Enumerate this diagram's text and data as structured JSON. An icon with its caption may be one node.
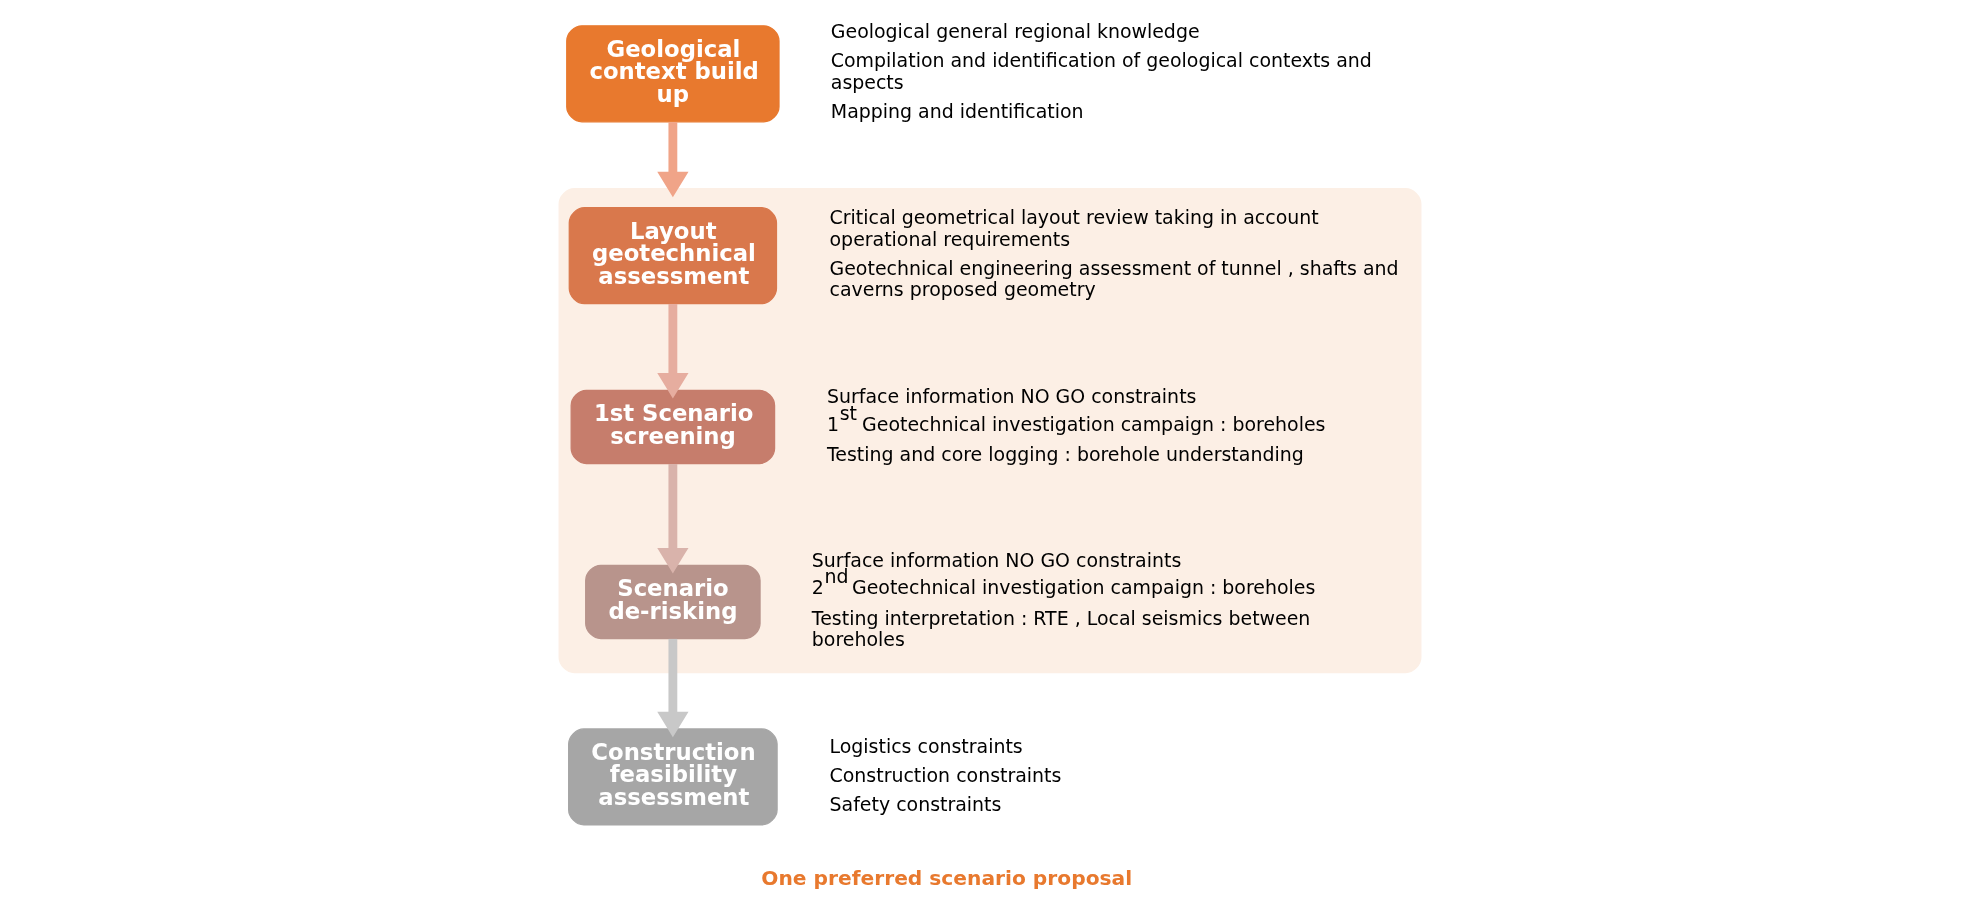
{
  "diagram": {
    "nodes": [
      {
        "text": [
          "Geological context build up"
        ],
        "beside": [
          "Geological general regional knowledge",
          "Compilation and identification of geological contexts and aspects",
          "Mapping and identification"
        ]
      },
      {
        "text": [],
        "shape": "box"
      },
      {
        "text": [
          "Layout geotechnical assessment"
        ],
        "in": 1,
        "beside": [
          "Critical geometrical layout review taking in account operational requirements",
          "Geotechnical engineering assessment of tunnel , shafts and caverns proposed geometry"
        ]
      },
      {
        "text": [
          "1st Scenario screening"
        ],
        "in": 1,
        "beside": [
          "Surface information NO GO constraints",
          "1$^{st}$ Geotechnical investigation campaign : boreholes",
          "Testing and core logging : borehole understanding"
        ]
      },
      {
        "text": [
          "Scenario de-risking"
        ],
        "in": 1,
        "beside": [
          "Surface information NO GO constraints",
          "2$^{nd}$ Geotechnical investigation campaign : boreholes",
          "Testing interpretation : RTE , Local seismics between boreholes"
        ]
      },
      {
        "text": [
          "Construction feasibility assessment"
        ],
        "beside": [
          "Logistics constraints",
          "Construction constraints",
          "Safety constraints"
        ]
      }
    ],
    "edges": [
      {
        "from": 0,
        "to": 1,
        "arrow": "to"
      },
      {
        "from": 2,
        "to": 3,
        "arrow": "to"
      },
      {
        "from": 3,
        "to": 4,
        "arrow": "to"
      },
      {
        "from": 4,
        "to": 5,
        "arrow": "to"
      }
    ],
    "labels": [
      "One preferred scenario proposal"
    ]
  }
}
